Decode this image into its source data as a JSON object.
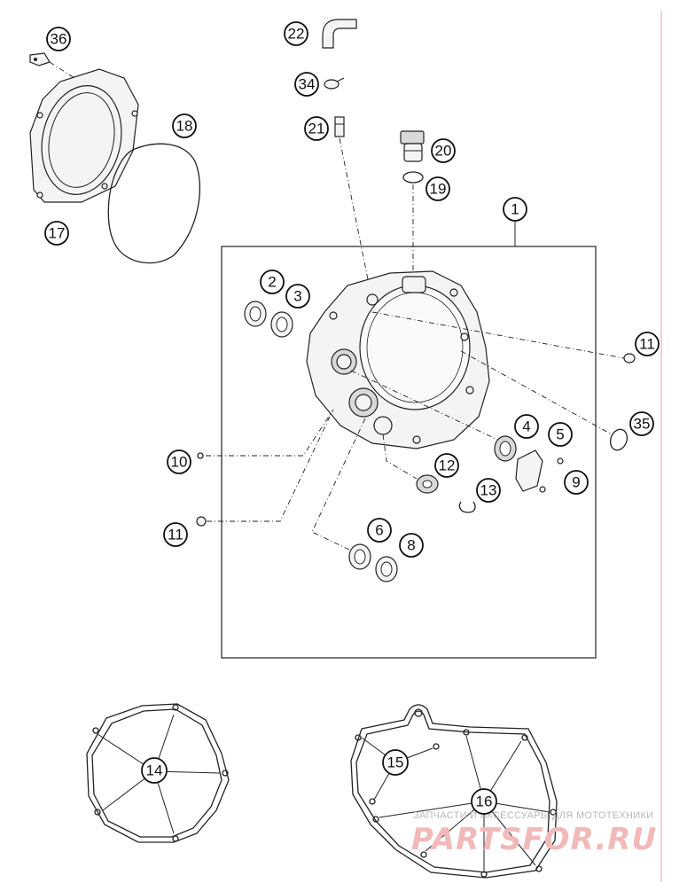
{
  "callouts": [
    {
      "id": "c22",
      "label": "22"
    },
    {
      "id": "c36",
      "label": "36"
    },
    {
      "id": "c34",
      "label": "34"
    },
    {
      "id": "c18",
      "label": "18"
    },
    {
      "id": "c21",
      "label": "21"
    },
    {
      "id": "c20",
      "label": "20"
    },
    {
      "id": "c19",
      "label": "19"
    },
    {
      "id": "c17",
      "label": "17"
    },
    {
      "id": "c1",
      "label": "1"
    },
    {
      "id": "c2",
      "label": "2"
    },
    {
      "id": "c3",
      "label": "3"
    },
    {
      "id": "c11a",
      "label": "11"
    },
    {
      "id": "c35",
      "label": "35"
    },
    {
      "id": "c4",
      "label": "4"
    },
    {
      "id": "c5",
      "label": "5"
    },
    {
      "id": "c10",
      "label": "10"
    },
    {
      "id": "c12",
      "label": "12"
    },
    {
      "id": "c9",
      "label": "9"
    },
    {
      "id": "c13",
      "label": "13"
    },
    {
      "id": "c11b",
      "label": "11"
    },
    {
      "id": "c6",
      "label": "6"
    },
    {
      "id": "c8",
      "label": "8"
    },
    {
      "id": "c14",
      "label": "14"
    },
    {
      "id": "c15",
      "label": "15"
    },
    {
      "id": "c16",
      "label": "16"
    }
  ],
  "watermark": {
    "tagline": "ЗАПЧАСТИ И АКСЕССУАРЫ ДЛЯ МОТОТЕХНИКИ",
    "logo": "PARTSFOR.RU"
  },
  "colors": {
    "line": "#222222",
    "watermark_text": "#b9b9b9",
    "watermark_logo": "#f2b9b9",
    "edge_line": "#e8a0a0"
  }
}
